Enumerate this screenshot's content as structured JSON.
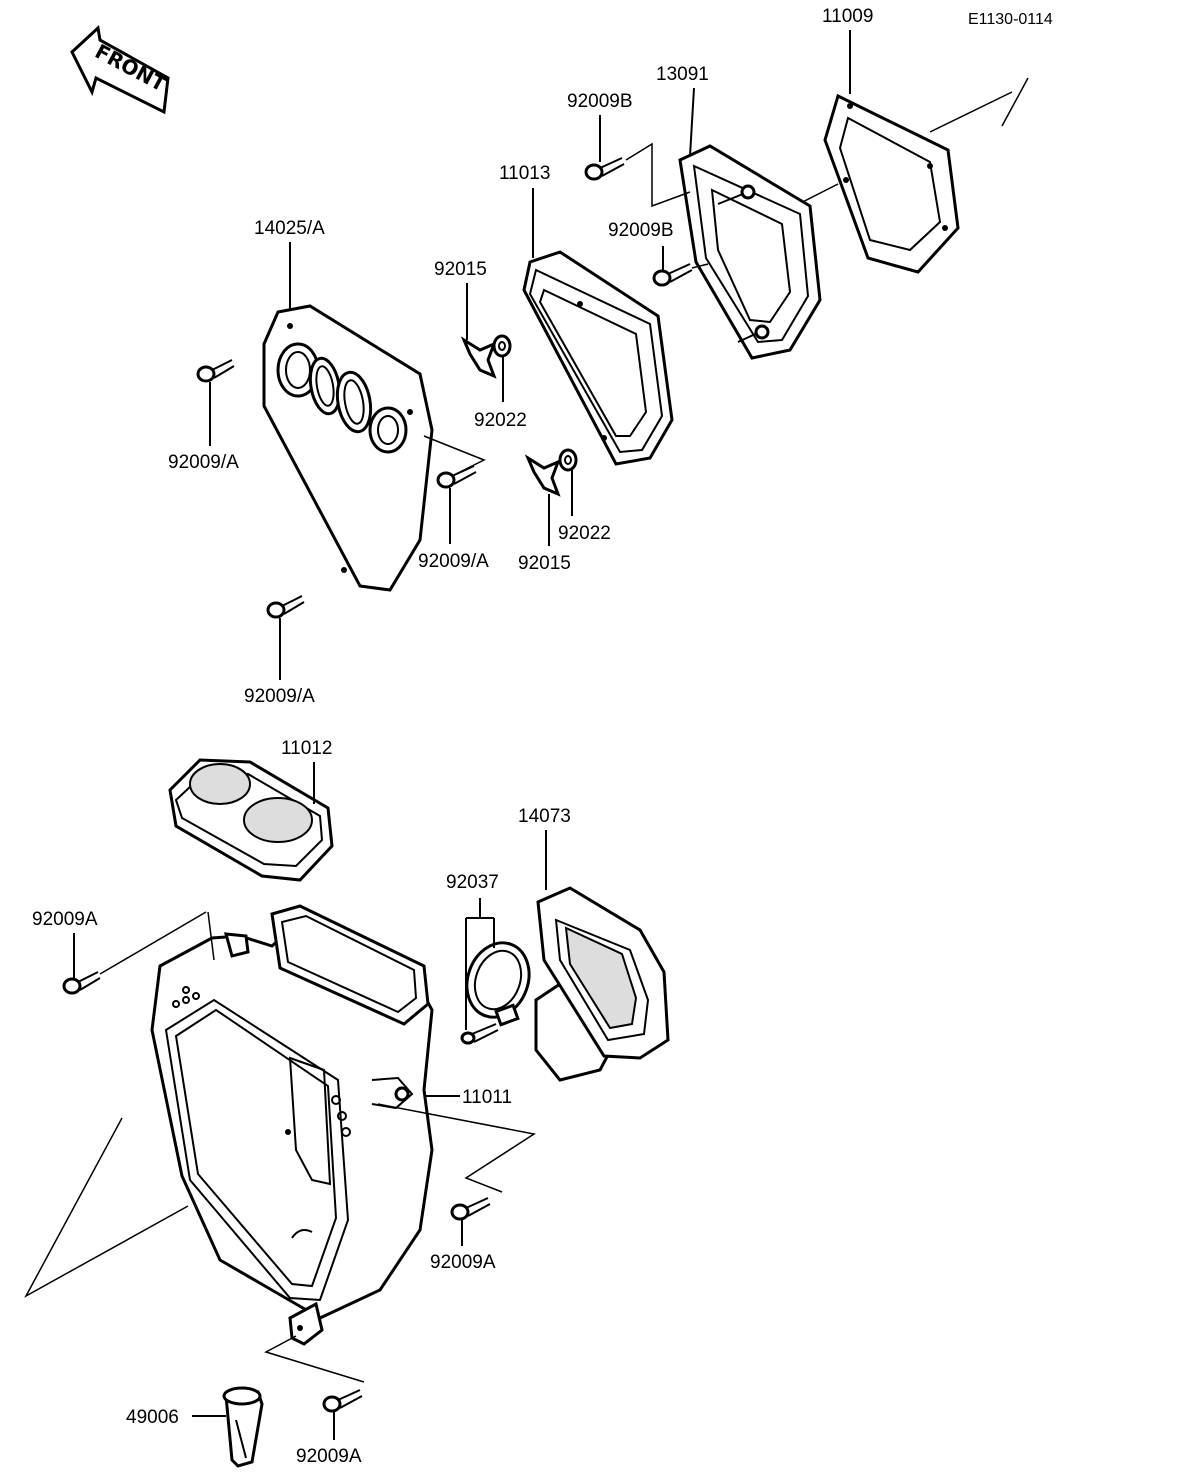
{
  "header": {
    "ref_code": "E1130-0114",
    "front_label": "FRONT"
  },
  "labels": {
    "p11009": "11009",
    "p13091": "13091",
    "p92009B_top": "92009B",
    "p11013": "11013",
    "p92009B_mid": "92009B",
    "p14025A": "14025/A",
    "p92015_a": "92015",
    "p92022_a": "92022",
    "p92009A_left": "92009/A",
    "p92009A_mid": "92009/A",
    "p92022_b": "92022",
    "p92015_b": "92015",
    "p92009A_bottom": "92009/A",
    "p11012": "11012",
    "p14073": "14073",
    "p92037": "92037",
    "p92009A_lower_left": "92009A",
    "p11011": "11011",
    "p92009A_lower_right": "92009A",
    "p49006": "49006",
    "p92009A_lower_bottom": "92009A"
  }
}
